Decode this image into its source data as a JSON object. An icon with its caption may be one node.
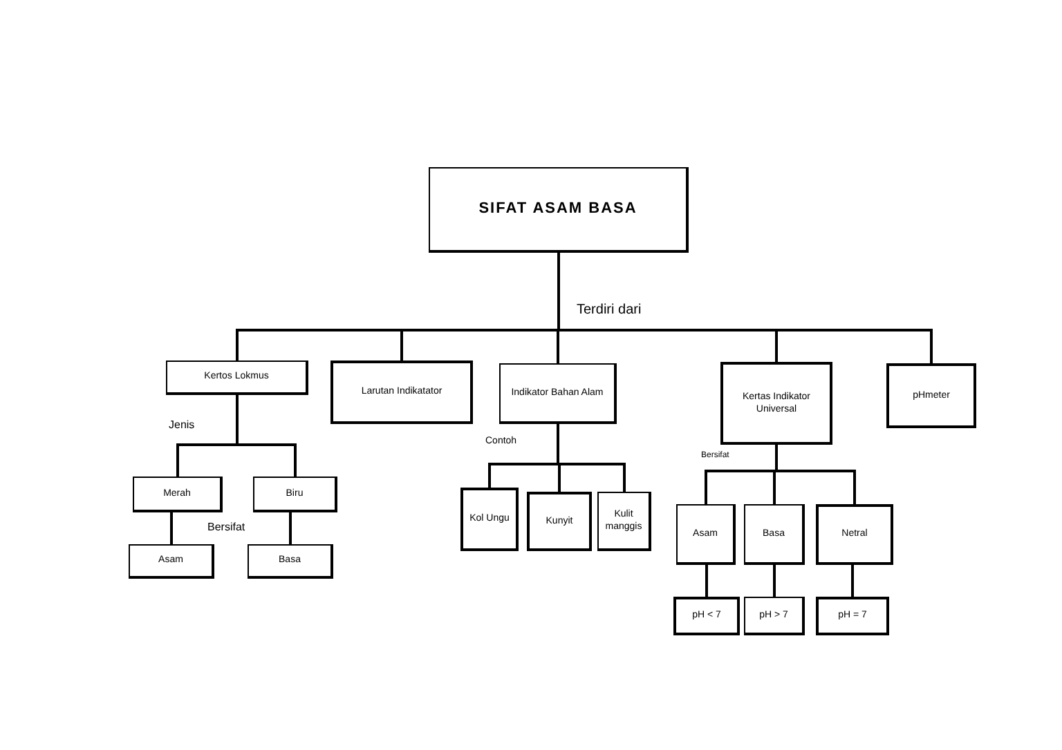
{
  "diagram": {
    "nodes": [
      {
        "text": [
          "SIFAT ASAM BASA"
        ]
      },
      {
        "text": [
          "Kertos Lokmus"
        ]
      },
      {
        "text": [
          "Larutan Indikatator"
        ]
      },
      {
        "text": [
          "Indikator Bahan Alam"
        ]
      },
      {
        "text": [
          "Kertas Indikator Universal"
        ]
      },
      {
        "text": [
          "pHmeter"
        ]
      },
      {
        "text": [
          "Merah"
        ]
      },
      {
        "text": [
          "Biru"
        ]
      },
      {
        "text": [
          "Asam"
        ]
      },
      {
        "text": [
          "Basa"
        ]
      },
      {
        "text": [
          "Kol Ungu"
        ]
      },
      {
        "text": [
          "Kunyit"
        ]
      },
      {
        "text": [
          "Kulit manggis"
        ]
      },
      {
        "text": [
          "Asam"
        ]
      },
      {
        "text": [
          "Basa"
        ]
      },
      {
        "text": [
          "Netral"
        ]
      },
      {
        "text": [
          "pH < 7"
        ]
      },
      {
        "text": [
          "pH > 7"
        ]
      },
      {
        "text": [
          "pH = 7"
        ]
      }
    ],
    "edges": [
      {
        "from": 0,
        "to": 1,
        "arrow": "none"
      },
      {
        "from": 0,
        "to": 2,
        "arrow": "none"
      },
      {
        "from": 0,
        "to": 3,
        "arrow": "none"
      },
      {
        "from": 0,
        "to": 4,
        "arrow": "none"
      },
      {
        "from": 0,
        "to": 5,
        "arrow": "none"
      },
      {
        "from": 1,
        "to": 6,
        "arrow": "none"
      },
      {
        "from": 1,
        "to": 7,
        "arrow": "none"
      },
      {
        "from": 6,
        "to": 8,
        "arrow": "none"
      },
      {
        "from": 7,
        "to": 9,
        "arrow": "none"
      },
      {
        "from": 3,
        "to": 10,
        "arrow": "none"
      },
      {
        "from": 3,
        "to": 11,
        "arrow": "none"
      },
      {
        "from": 3,
        "to": 12,
        "arrow": "none"
      },
      {
        "from": 4,
        "to": 13,
        "arrow": "none"
      },
      {
        "from": 4,
        "to": 14,
        "arrow": "none"
      },
      {
        "from": 4,
        "to": 15,
        "arrow": "none"
      },
      {
        "from": 13,
        "to": 16,
        "arrow": "none"
      },
      {
        "from": 14,
        "to": 17,
        "arrow": "none"
      },
      {
        "from": 15,
        "to": 18,
        "arrow": "none"
      }
    ],
    "labels": [
      "Terdiri dari",
      "Jenis",
      "Contoh",
      "Bersifat",
      "Bersifat"
    ]
  }
}
